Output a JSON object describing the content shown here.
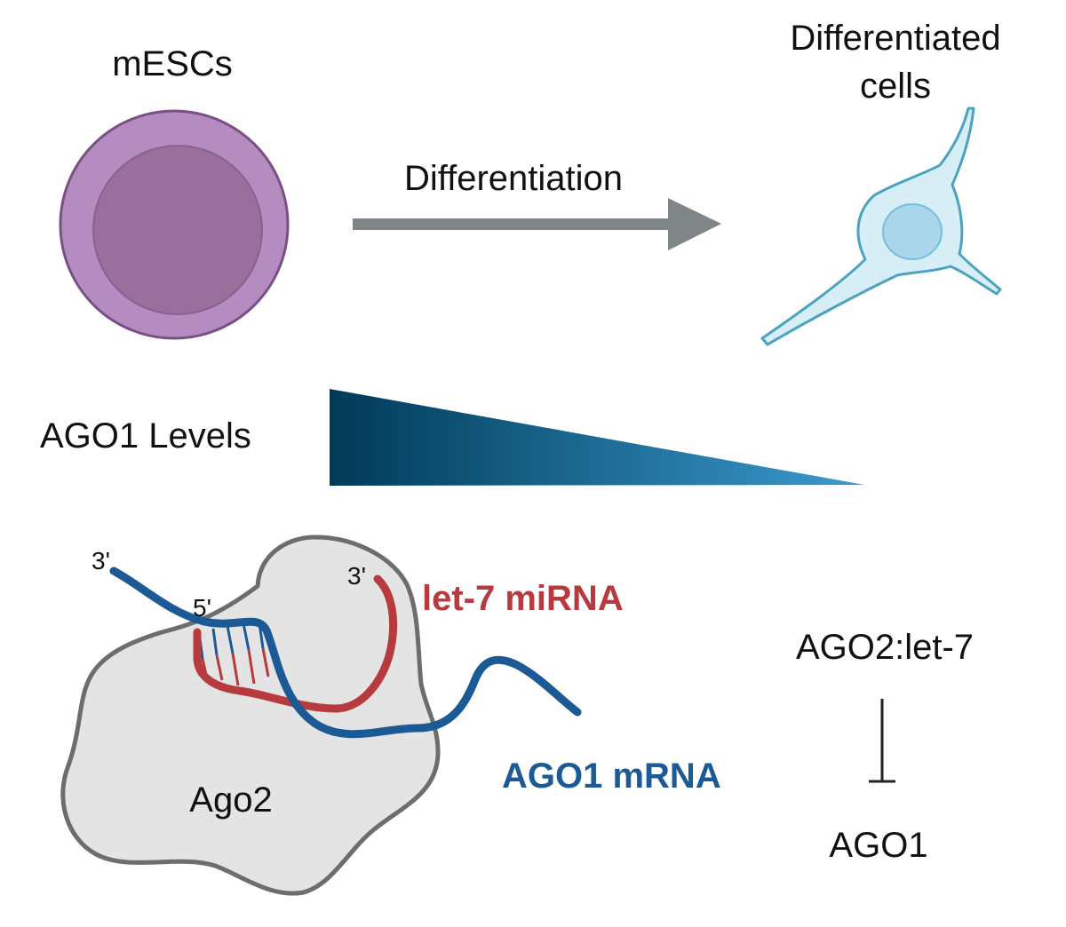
{
  "labels": {
    "mescs": "mESCs",
    "differentiated_line1": "Differentiated",
    "differentiated_line2": "cells",
    "differentiation": "Differentiation",
    "ago1_levels": "AGO1 Levels",
    "let7_mirna": "let-7 miRNA",
    "ago1_mrna": "AGO1 mRNA",
    "ago2": "Ago2",
    "ago2_let7": "AGO2:let-7",
    "ago1": "AGO1",
    "mrna_3prime": "3'",
    "mirna_5prime": "5'",
    "mirna_3prime": "3'"
  },
  "colors": {
    "mesc_outer": "#b48cc0",
    "mesc_inner": "#9a6f9c",
    "mesc_stroke": "#7b4f86",
    "neuron_fill": "#d8eef6",
    "neuron_stroke": "#4aa3c0",
    "nucleus_fill": "#a9d6ea",
    "arrow": "#7f8487",
    "gradient_dark": "#003a57",
    "gradient_light": "#3b9bd0",
    "ago2_fill": "#e4e4e4",
    "ago2_stroke": "#6d6d6d",
    "mirna": "#b73a3f",
    "mrna": "#1b5a94",
    "text": "#111111"
  }
}
